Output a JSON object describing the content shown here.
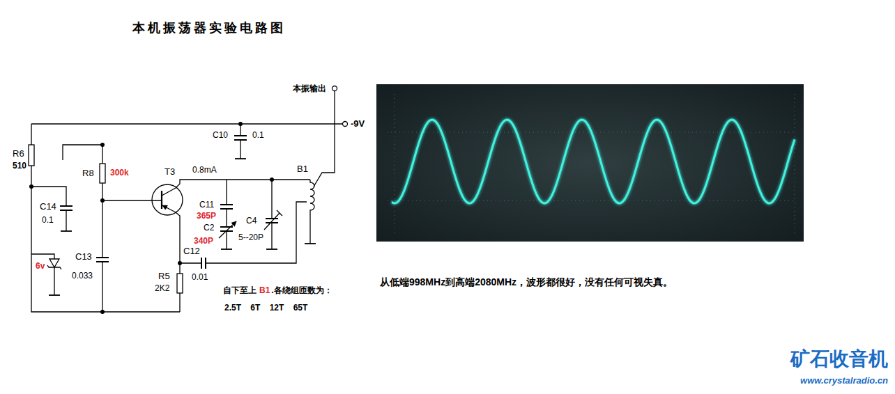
{
  "diagram": {
    "title": "本机振荡器实验电路图",
    "labels": [
      "本振输出",
      "-9V",
      "C10",
      "0.1",
      "R6",
      "510",
      "R8",
      "300k",
      "T3",
      "0.8mA",
      "B1",
      "C14",
      "0.1",
      "C11",
      "365P",
      "C2",
      "340P",
      "C4",
      "5--20P",
      "6v",
      "C13",
      "0.033",
      "C12",
      "R5",
      "2K2",
      "0.01",
      "自下至上",
      "B1",
      ".各绕组匝数为：",
      "2.5T 6T 12T 65T",
      "从低端998MHz到高端2080MHz，波形都很好，没有任何可视失真。",
      "矿石收音机",
      "www.crystalradio.cn"
    ]
  }
}
